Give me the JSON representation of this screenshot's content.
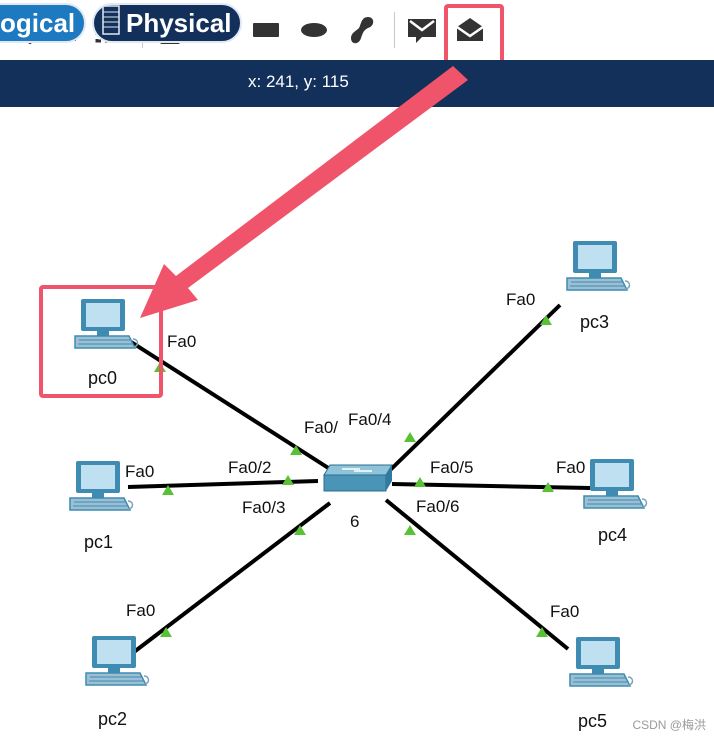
{
  "toolbar": {
    "tools": [
      "search-icon",
      "delete-icon",
      "resize-shape-icon",
      "note-icon",
      "line-icon",
      "rectangle-icon",
      "ellipse-icon",
      "freeform-icon",
      "simple-pdu-icon",
      "complex-pdu-icon"
    ],
    "highlighted_tool": "complex-pdu-icon"
  },
  "tabs": {
    "logical": "ogical",
    "physical": "Physical",
    "active": "logical"
  },
  "coords": "x: 241, y: 115",
  "topology": {
    "switch": {
      "label": "6"
    },
    "pcs": [
      {
        "name": "pc0",
        "port": "Fa0",
        "switch_port": "Fa0/"
      },
      {
        "name": "pc1",
        "port": "Fa0",
        "switch_port": "Fa0/2"
      },
      {
        "name": "pc2",
        "port": "Fa0",
        "switch_port": "Fa0/3"
      },
      {
        "name": "pc3",
        "port": "Fa0",
        "switch_port": "Fa0/4"
      },
      {
        "name": "pc4",
        "port": "Fa0",
        "switch_port": "Fa0/5"
      },
      {
        "name": "pc5",
        "port": "Fa0",
        "switch_port": "Fa0/6"
      }
    ],
    "highlighted_device": "pc0"
  },
  "watermark": "CSDN @梅洪",
  "colors": {
    "tabbar": "#12305a",
    "active_tab": "#1d79c0",
    "highlight": "#f0546a",
    "link_up": "#58c234"
  }
}
